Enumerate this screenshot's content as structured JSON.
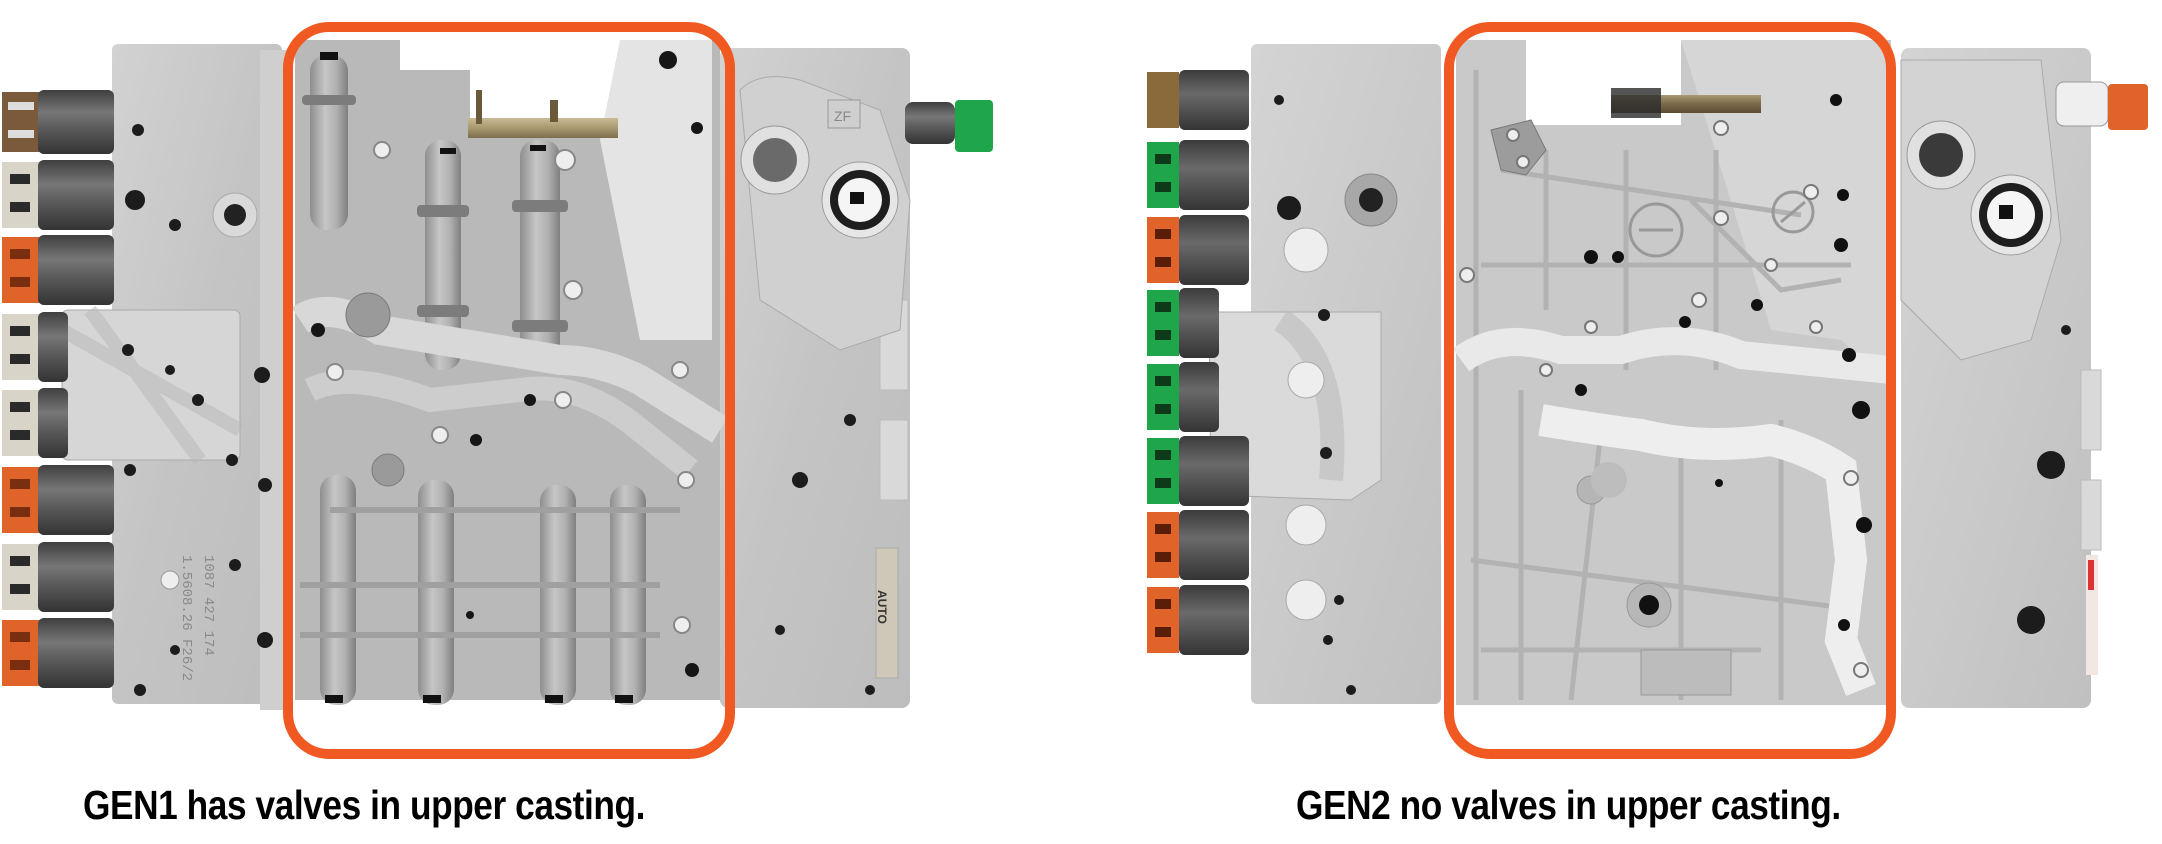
{
  "figure": {
    "left": {
      "caption": "GEN1 has valves in upper casting.",
      "generation": "GEN1",
      "engraving_lines": [
        "1087 427 174",
        "1.5608.26 F26/2"
      ],
      "side_label": "AUTO",
      "logo": "ZF",
      "solenoid_connectors": [
        "brown",
        "beige",
        "orange",
        "beige",
        "beige",
        "orange",
        "beige",
        "orange"
      ],
      "side_connector": "green",
      "highlight_color": "#F05A22"
    },
    "right": {
      "caption": "GEN2 no valves in upper casting.",
      "generation": "GEN2",
      "solenoid_connectors": [
        "brown",
        "green",
        "orange",
        "green",
        "green",
        "green",
        "orange",
        "orange"
      ],
      "side_connector": "orange",
      "highlight_color": "#F05A22"
    }
  },
  "colors": {
    "highlight": "#F05A22",
    "casting": "#c9c9c9",
    "casting_light": "#dcdcdc",
    "casting_dark": "#a8a8a8",
    "solenoid_body": "#5a5a5a",
    "connector_beige": "#d8d4c8",
    "connector_orange": "#e0642a",
    "connector_green": "#1fa64a",
    "connector_brown": "#8a6a3a"
  }
}
